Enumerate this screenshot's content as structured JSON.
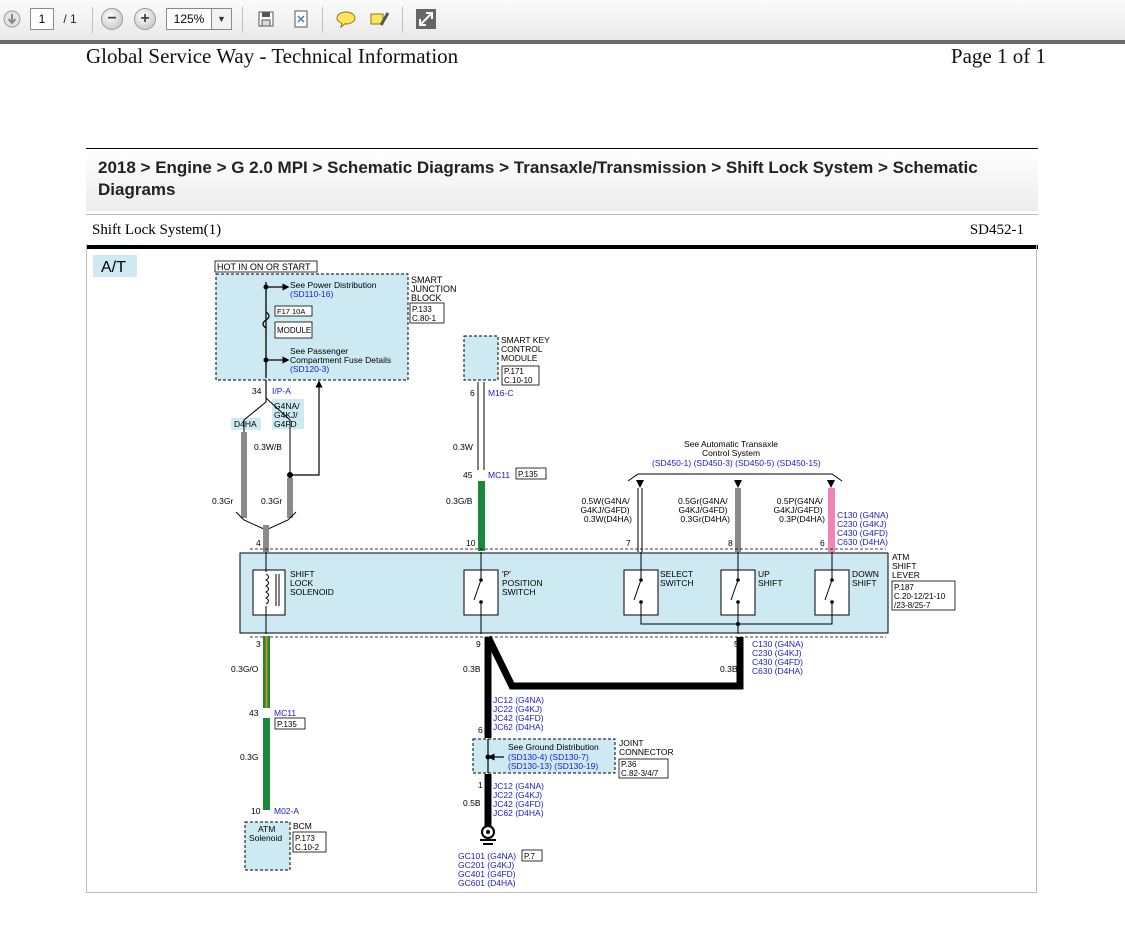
{
  "toolbar": {
    "page_current": "1",
    "page_total": "/ 1",
    "zoom_out_label": "−",
    "zoom_in_label": "+",
    "zoom": "125%",
    "zoom_dropdown_arrow": "▼",
    "icons": [
      "next-page-icon",
      "zoom-out-icon",
      "zoom-in-icon",
      "save-icon",
      "fit-page-icon",
      "comment-icon",
      "highlight-icon",
      "fullscreen-icon"
    ]
  },
  "document": {
    "header_left": "Global Service Way - Technical Information",
    "header_right": "Page 1 of 1",
    "breadcrumb": "2018 > Engine > G 2.0 MPI > Schematic Diagrams > Transaxle/Transmission > Shift Lock System > Schematic Diagrams",
    "section_title": "Shift Lock System(1)",
    "section_code": "SD452-1"
  },
  "diagram": {
    "at_badge": "A/T",
    "hot_label": "HOT IN ON OR START",
    "sjb": {
      "name_lines": [
        "SMART",
        "JUNCTION",
        "BLOCK"
      ],
      "ref_lines": [
        "P.133",
        "C.80-1"
      ],
      "see_power": "See Power Distribution",
      "see_power_ref": "(SD110-16)",
      "fuse_lines": [
        "F17 10A",
        "MODULE"
      ],
      "see_pass_lines": [
        "See Passenger",
        "Compartment Fuse Details"
      ],
      "see_pass_ref": "(SD120-3)",
      "pin": "34",
      "pin_conn": "I/P-A"
    },
    "engine_tags": [
      "G4NA/",
      "G4KJ/",
      "G4FD"
    ],
    "d4ha_tag": "D4HA",
    "wire_03wb": "0.3W/B",
    "wire_03gr_left": "0.3Gr",
    "wire_03gr_right": "0.3Gr",
    "skm": {
      "name_lines": [
        "SMART KEY",
        "CONTROL",
        "MODULE"
      ],
      "ref_lines": [
        "P.171",
        "C.10-10"
      ],
      "pin": "6",
      "conn": "M16-C"
    },
    "wire_03w": "0.3W",
    "mc11_top": {
      "pin": "45",
      "conn": "MC11",
      "ref": "P.135"
    },
    "wire_03gb": "0.3G/B",
    "see_auto_lines": [
      "See Automatic Transaxle",
      "Control System"
    ],
    "see_auto_refs": "(SD450-1) (SD450-3) (SD450-5) (SD450-15)",
    "wires_top": [
      {
        "lines": [
          "0.5W(G4NA/",
          "G4KJ/G4FD)",
          "0.3W(D4HA)"
        ],
        "pin": "7"
      },
      {
        "lines": [
          "0.5Gr(G4NA/",
          "G4KJ/G4FD)",
          "0.3Gr(D4HA)"
        ],
        "pin": "8"
      },
      {
        "lines": [
          "0.5P(G4NA/",
          "G4KJ/G4FD)",
          "0.3P(D4HA)"
        ],
        "pin": "6"
      }
    ],
    "conn_top_lines": [
      "C130 (G4NA)",
      "C230 (G4KJ)",
      "C430 (G4FD)",
      "C630 (D4HA)"
    ],
    "pin_4": "4",
    "pin_10": "10",
    "atm": {
      "name_lines": [
        "ATM",
        "SHIFT",
        "LEVER"
      ],
      "ref_lines": [
        "P.187",
        "C.20-12/21-10",
        "/23-8/25-7"
      ],
      "solenoid_lines": [
        "SHIFT",
        "LOCK",
        "SOLENOID"
      ],
      "pswitch_lines": [
        "'P'",
        "POSITION",
        "SWITCH"
      ],
      "select_lines": [
        "SELECT",
        "SWITCH"
      ],
      "up_lines": [
        "UP",
        "SHIFT"
      ],
      "down_lines": [
        "DOWN",
        "SHIFT"
      ]
    },
    "pin_3": "3",
    "pin_9": "9",
    "pin_5": "5",
    "conn_bottom_lines": [
      "C130 (G4NA)",
      "C230 (G4KJ)",
      "C430 (G4FD)",
      "C630 (D4HA)"
    ],
    "wire_03b_right": "0.3B",
    "wire_03go": "0.3G/O",
    "wire_03b_left": "0.3B",
    "mc11_bottom": {
      "pin": "43",
      "conn": "MC11",
      "ref": "P.135"
    },
    "wire_03g": "0.3G",
    "jc_top_lines": [
      "JC12 (G4NA)",
      "JC22 (G4KJ)",
      "JC42 (G4FD)",
      "JC62 (D4HA)"
    ],
    "pin_jc_6": "6",
    "joint": {
      "name_lines": [
        "JOINT",
        "CONNECTOR"
      ],
      "ref_lines": [
        "P.36",
        "C.82-3/4/7"
      ],
      "see_ground": "See Ground Distribution",
      "ground_refs": [
        "(SD130-4) (SD130-7)",
        "(SD130-13) (SD130-19)"
      ]
    },
    "pin_jc_1": "1",
    "jc_bottom_lines": [
      "JC12 (G4NA)",
      "JC22 (G4KJ)",
      "JC42 (G4FD)",
      "JC62 (D4HA)"
    ],
    "wire_05b": "0.5B",
    "ground_lines": [
      "GC101 (G4NA)",
      "GC201 (G4KJ)",
      "GC401 (G4FD)",
      "GC601 (D4HA)"
    ],
    "ground_ref": "P.7",
    "bcm": {
      "pin": "10",
      "conn": "M02-A",
      "label": "BCM",
      "inner_lines": [
        "ATM",
        "Solenoid"
      ],
      "ref_lines": [
        "P.173",
        "C.10-2"
      ]
    }
  },
  "colors": {
    "module_fill": "#cdeaf3",
    "wire_green": "#1a8a3a",
    "wire_gray": "#8a8a8a",
    "wire_pink": "#ef84b8",
    "wire_orange": "#d98a16",
    "ref_blue": "#1a1acc"
  }
}
